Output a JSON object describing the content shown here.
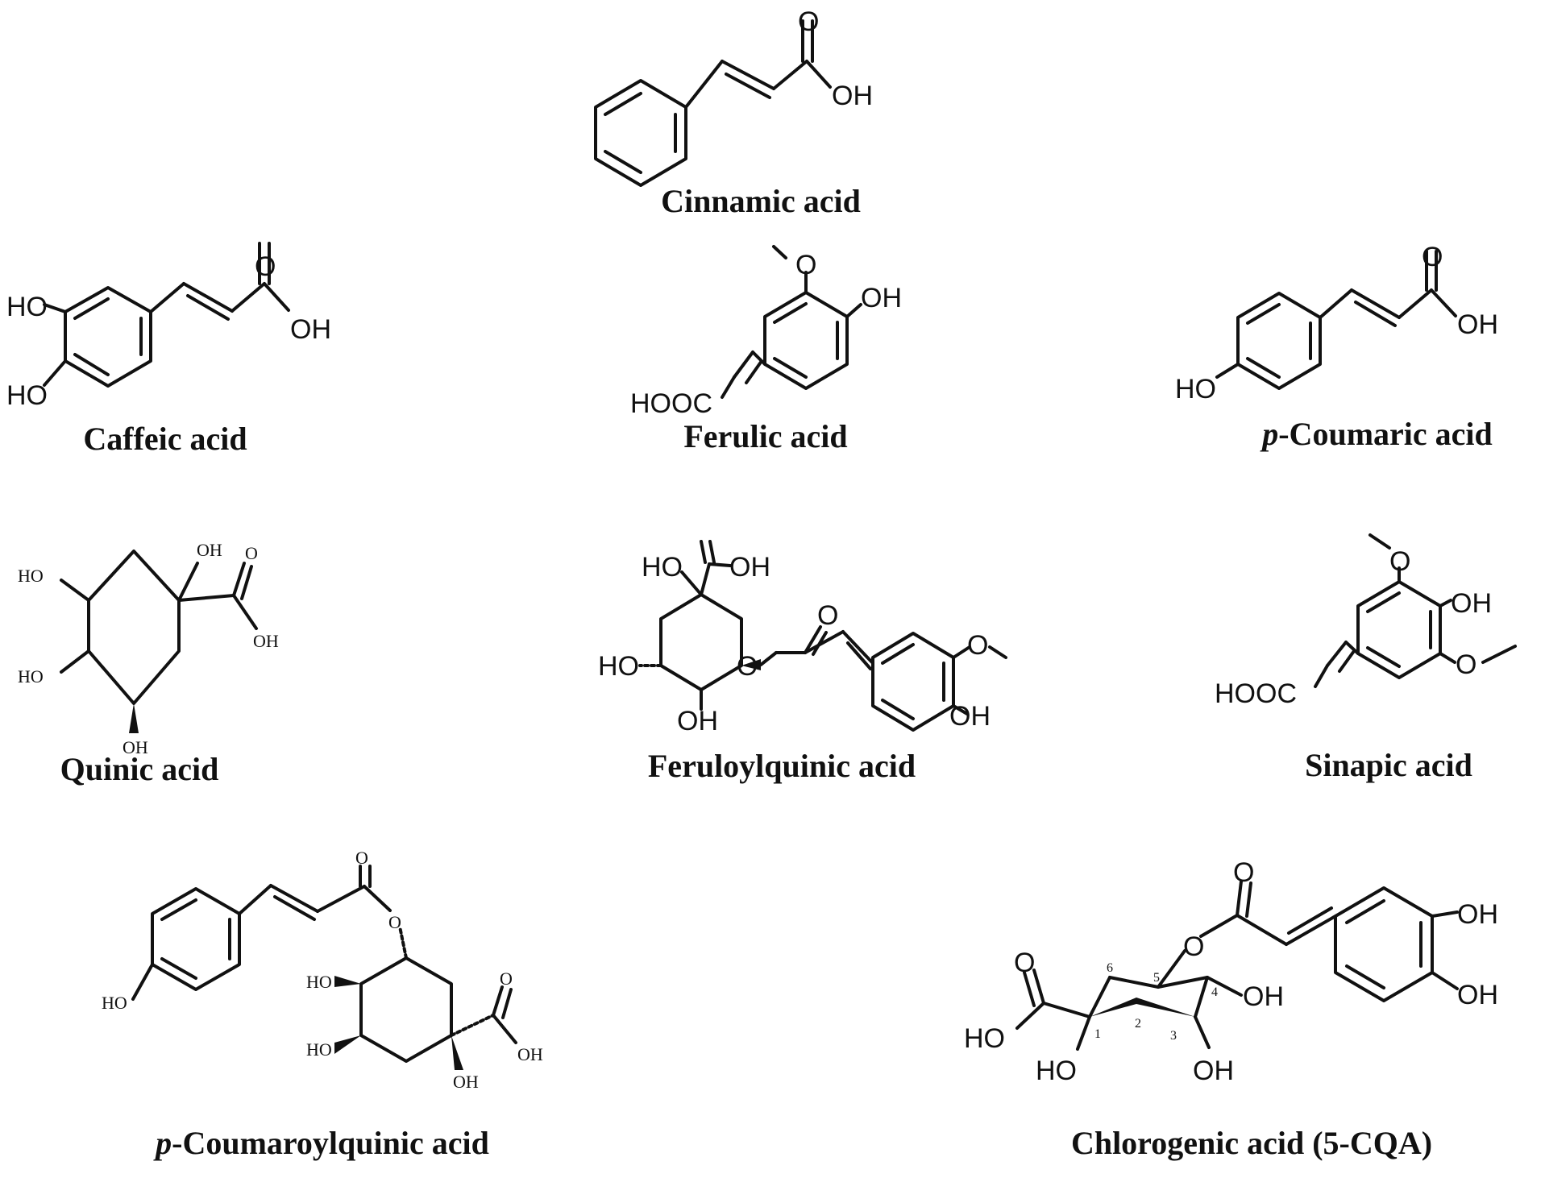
{
  "compounds": [
    {
      "id": "cinnamic",
      "name": "Cinnamic acid",
      "atoms": {
        "o": "O",
        "oh": "OH"
      }
    },
    {
      "id": "caffeic",
      "name": "Caffeic acid",
      "atoms": {
        "ho1": "HO",
        "ho2": "HO",
        "o": "O",
        "oh": "OH"
      }
    },
    {
      "id": "ferulic",
      "name": "Ferulic acid",
      "atoms": {
        "ome": "O",
        "oh": "OH",
        "cooh": "HOOC"
      }
    },
    {
      "id": "coumaric",
      "name_prefix": "p",
      "name_rest": "-Coumaric acid",
      "atoms": {
        "o": "O",
        "oh": "OH",
        "ho": "HO"
      }
    },
    {
      "id": "quinic",
      "name": "Quinic acid",
      "atoms": {
        "oh_top": "OH",
        "o": "O",
        "oh_acid": "OH",
        "ho_left": "HO",
        "ho_mid": "HO",
        "oh_bottom": "OH"
      }
    },
    {
      "id": "feruloylquinic",
      "name": "Feruloylquinic acid",
      "atoms": {
        "ho": "HO",
        "oh_acid": "OH",
        "o_carbonyl": "O",
        "ho_left": "HO",
        "o_ester": "O",
        "oh_bottom": "OH",
        "o_methoxy": "O",
        "oh_ring": "OH"
      }
    },
    {
      "id": "sinapic",
      "name": "Sinapic acid",
      "atoms": {
        "o_top": "O",
        "oh": "OH",
        "o_bottom": "O",
        "cooh": "HOOC"
      }
    },
    {
      "id": "coumaroylquinic",
      "name_prefix": "p",
      "name_rest": "-Coumaroylquinic acid",
      "atoms": {
        "o_carbonyl": "O",
        "o_ester": "O",
        "ho_phenol": "HO",
        "ho_upper": "HO",
        "ho_lower": "HO",
        "o_acid": "O",
        "oh_acid": "OH",
        "oh_bottom": "OH"
      }
    },
    {
      "id": "chlorogenic",
      "name": "Chlorogenic acid (5-CQA)",
      "atoms": {
        "o_acid": "O",
        "ho_acid": "HO",
        "ho_c1": "HO",
        "o_ester": "O",
        "o_carbonyl": "O",
        "oh_c4": "OH",
        "oh_c3": "OH",
        "oh_ring_top": "OH",
        "oh_ring_bottom": "OH"
      },
      "ring_numbers": [
        "1",
        "2",
        "3",
        "4",
        "5",
        "6"
      ]
    }
  ]
}
